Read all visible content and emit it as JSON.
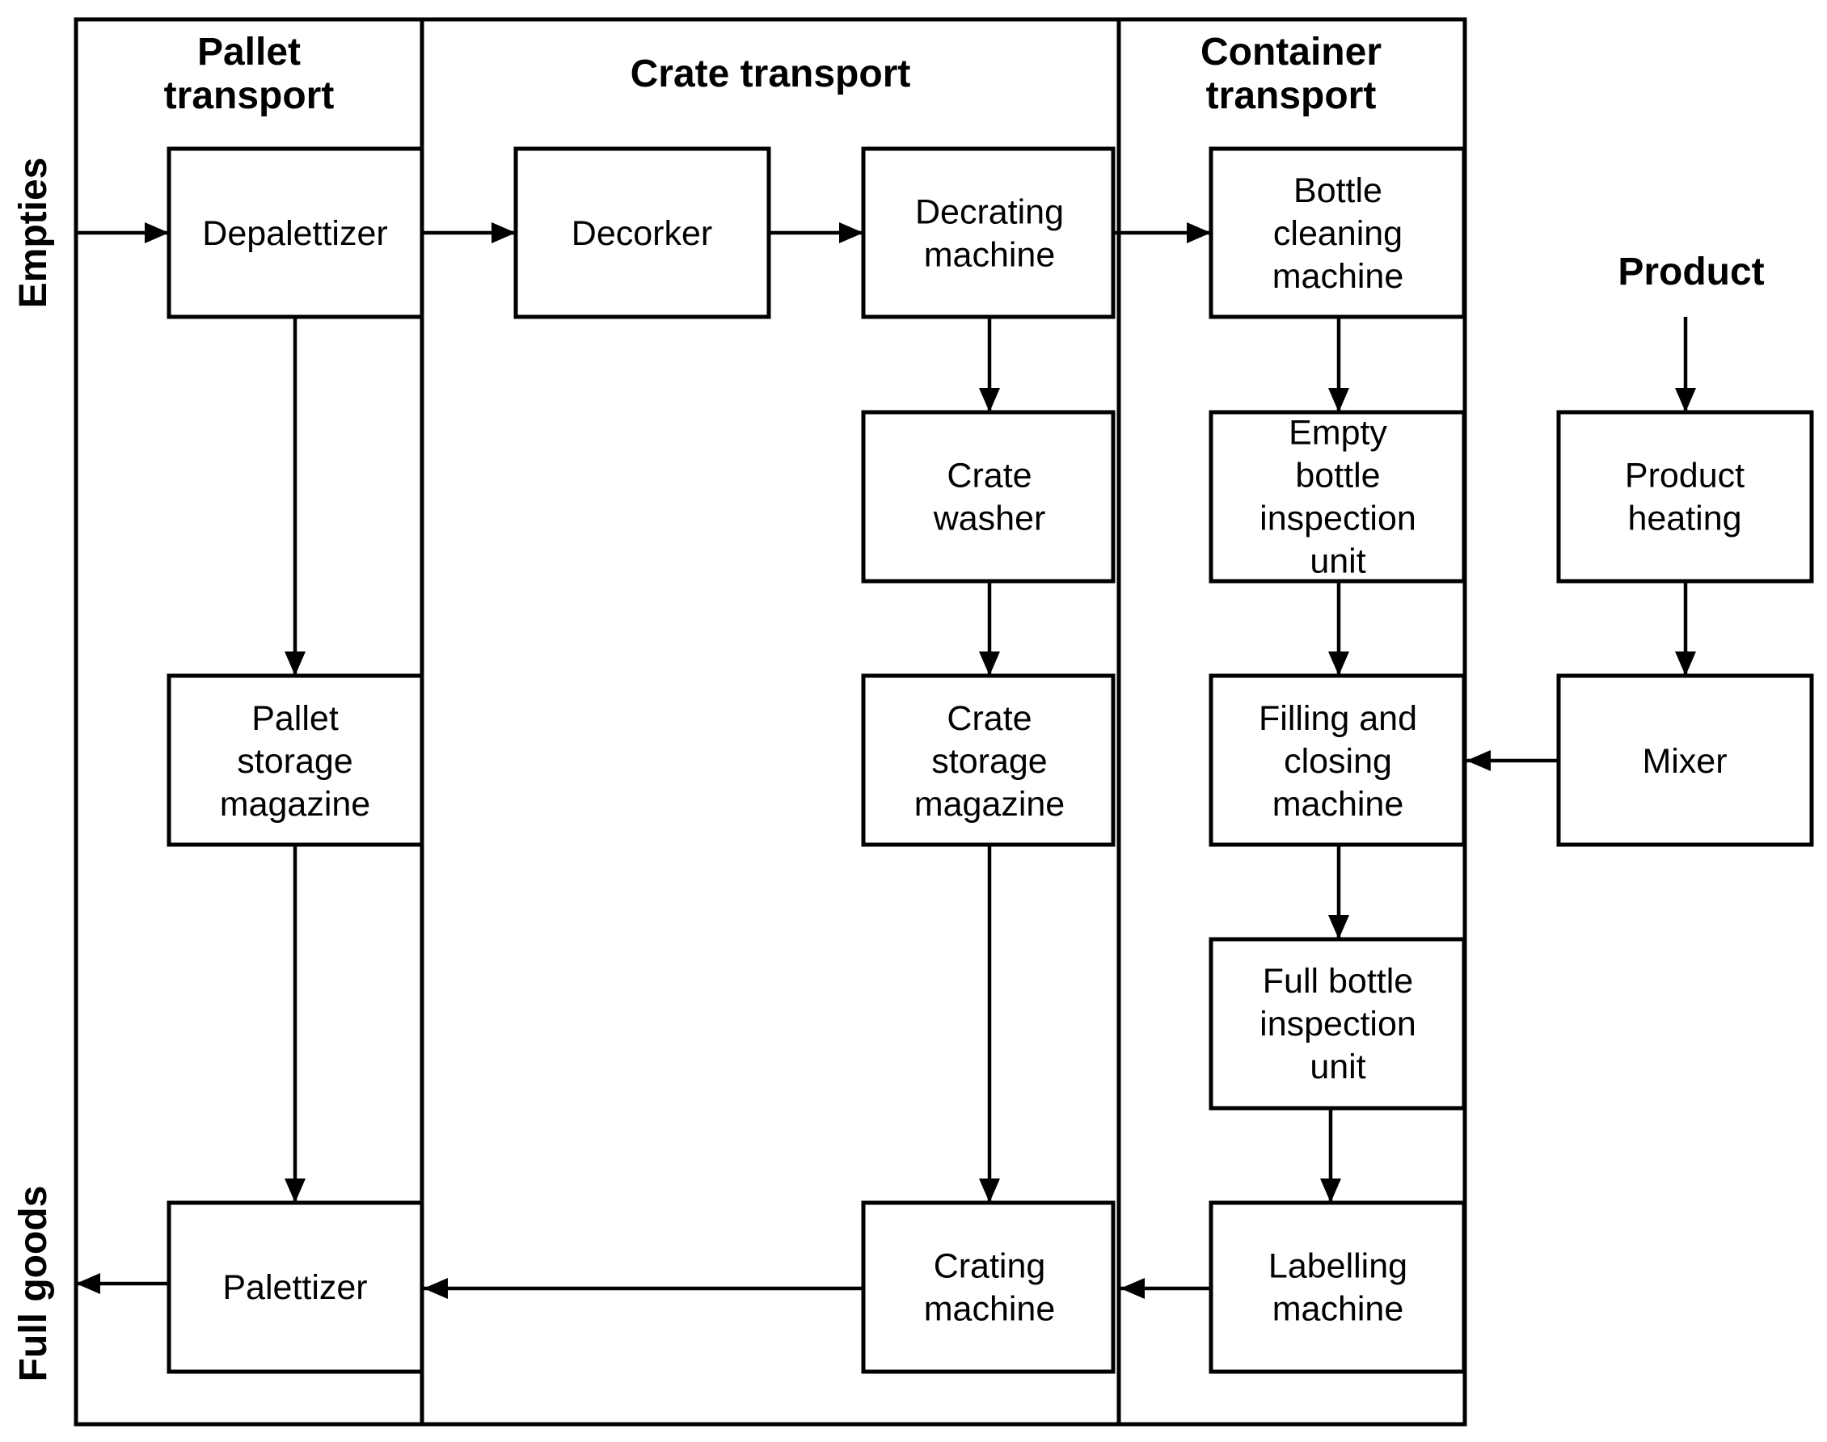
{
  "lanes": {
    "pallet": "Pallet\ntransport",
    "crate": "Crate transport",
    "container": "Container\ntransport"
  },
  "side_labels": {
    "empties": "Empties",
    "full_goods": "Full goods",
    "product": "Product"
  },
  "nodes": {
    "depalettizer": "Depalettizer",
    "pallet_storage": "Pallet\nstorage\nmagazine",
    "palettizer": "Palettizer",
    "decorker": "Decorker",
    "decrating": "Decrating\nmachine",
    "crate_washer": "Crate\nwasher",
    "crate_storage": "Crate\nstorage\nmagazine",
    "crating": "Crating\nmachine",
    "bottle_cleaning": "Bottle\ncleaning\nmachine",
    "empty_inspection": "Empty\nbottle\ninspection\nunit",
    "filling": "Filling and\nclosing\nmachine",
    "full_inspection": "Full bottle\ninspection\nunit",
    "labelling": "Labelling\nmachine",
    "product_heating": "Product\nheating",
    "mixer": "Mixer"
  }
}
